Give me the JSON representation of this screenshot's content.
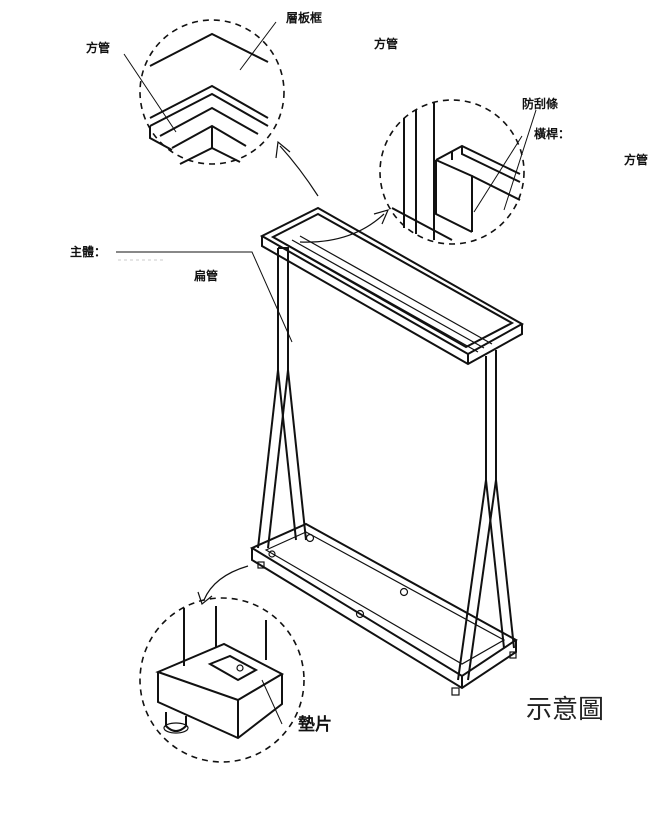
{
  "labels": {
    "square_tube_1": "方管",
    "shelf_frame": "層板框",
    "square_tube_2": "方管",
    "anti_scratch_strip": "防刮條",
    "crossbar": "橫桿：",
    "square_tube_3": "方管",
    "main_body": "主體：",
    "flat_tube": "扁管",
    "gasket": "墊片"
  },
  "title": "示意圖"
}
